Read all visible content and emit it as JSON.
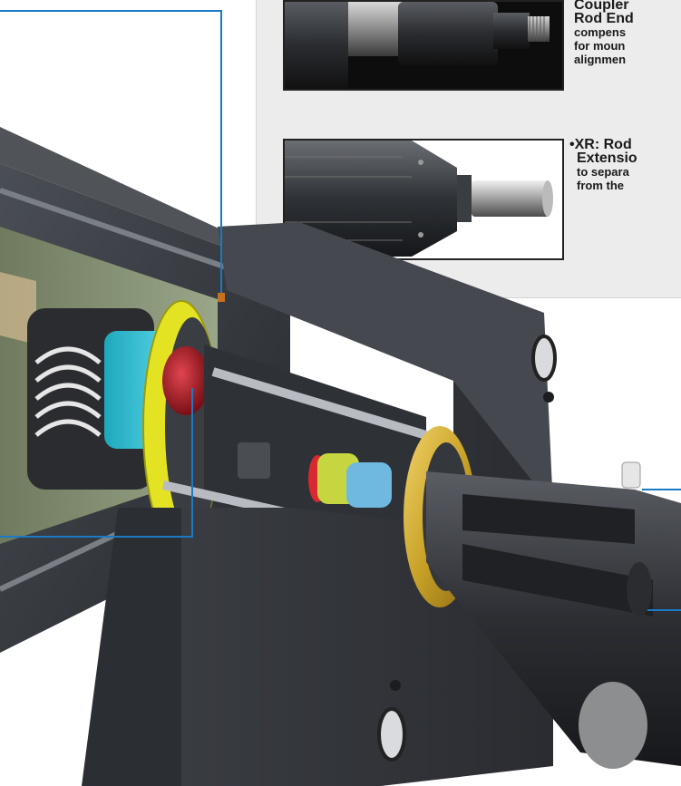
{
  "callouts": {
    "coupler": {
      "title_line_1": "Coupler",
      "title_line_2": "Rod End",
      "body_lines": [
        "compens",
        "for moun",
        "alignmen"
      ]
    },
    "xr": {
      "bullet": "•",
      "title_line_1": "XR: Rod",
      "title_line_2": "Extensio",
      "body_lines": [
        "to separa",
        "from the"
      ]
    }
  },
  "colors": {
    "leader_line": "#1a7ac4",
    "panel_bg": "#ececec",
    "housing_dark": "#3a3d42",
    "gasket_yellow": "#e3e323",
    "ring_gold": "#c9a228",
    "cyan_part": "#37c3d6",
    "red_part": "#b3212b",
    "green_part": "#c6d640",
    "blue_part": "#6fb8e0"
  },
  "icons": {
    "photo_1": "coupler-rod-end-photo",
    "photo_2": "rod-extension-photo",
    "main": "actuator-cutaway-illustration"
  }
}
